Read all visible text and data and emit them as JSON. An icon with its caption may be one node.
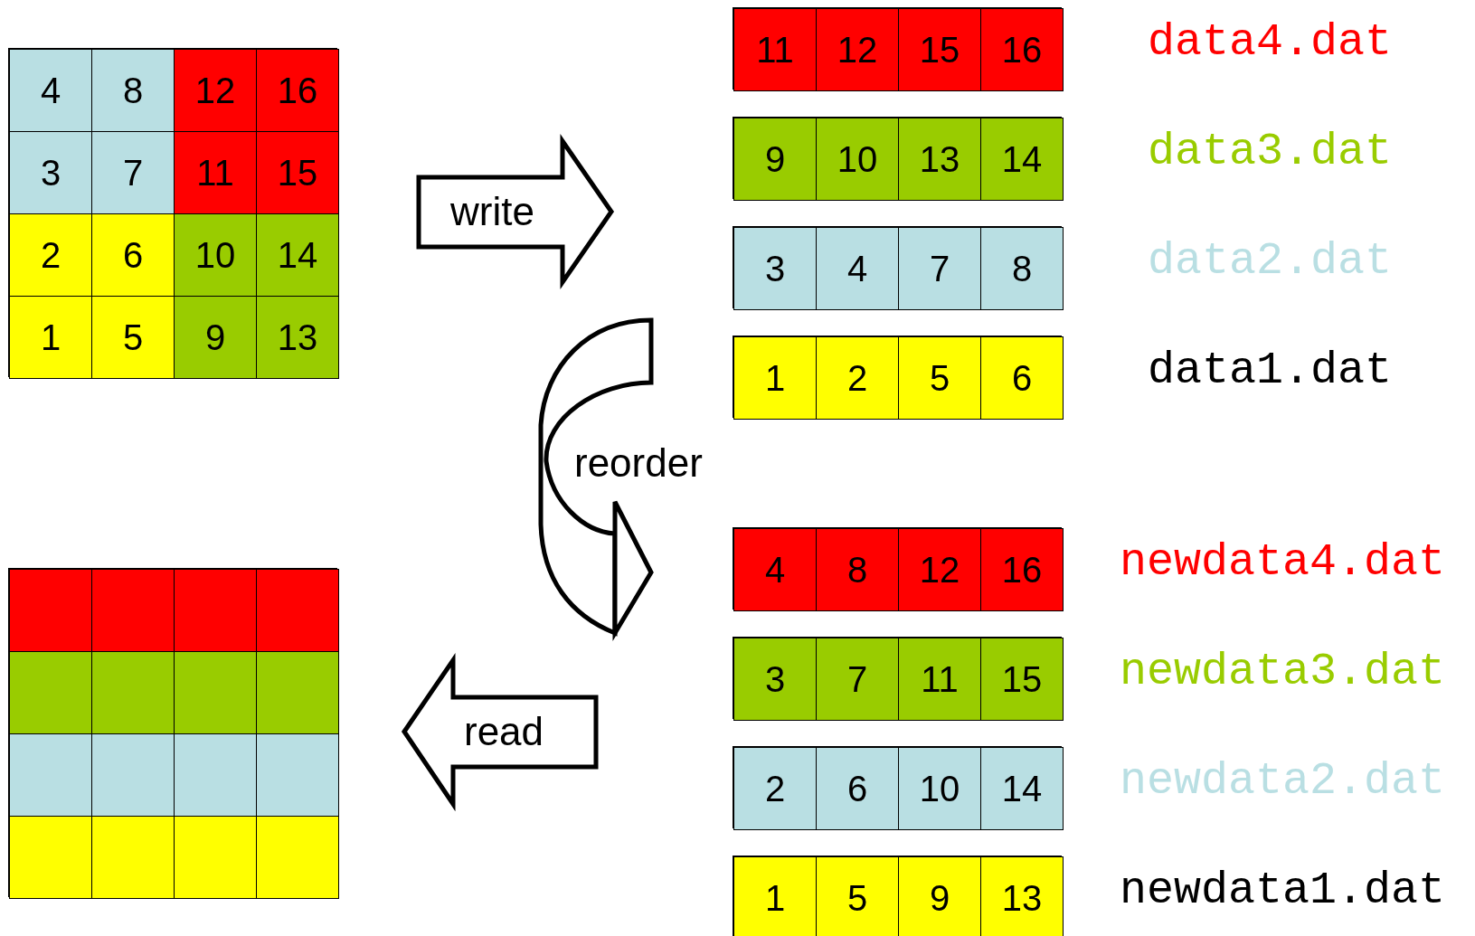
{
  "diagram": {
    "nodes": [
      {
        "text": [],
        "shape": "box"
      },
      {
        "text": [
          "4"
        ],
        "in": 0
      },
      {
        "text": [
          "8"
        ],
        "in": 0
      },
      {
        "text": [
          "12"
        ],
        "in": 0
      },
      {
        "text": [
          "16"
        ],
        "in": 0
      },
      {
        "text": [
          "3"
        ],
        "in": 0
      },
      {
        "text": [
          "7"
        ],
        "in": 0
      },
      {
        "text": [
          "11"
        ],
        "in": 0
      },
      {
        "text": [
          "15"
        ],
        "in": 0
      },
      {
        "text": [
          "2"
        ],
        "in": 0
      },
      {
        "text": [
          "6"
        ],
        "in": 0
      },
      {
        "text": [
          "10"
        ],
        "in": 0
      },
      {
        "text": [
          "14"
        ],
        "in": 0
      },
      {
        "text": [
          "1"
        ],
        "in": 0
      },
      {
        "text": [
          "5"
        ],
        "in": 0
      },
      {
        "text": [
          "9"
        ],
        "in": 0
      },
      {
        "text": [
          "13"
        ],
        "in": 0
      },
      {
        "text": [
          "write"
        ]
      },
      {
        "text": [],
        "shape": "box",
        "beside": [
          "data4.dat"
        ]
      },
      {
        "text": [
          "11"
        ],
        "in": 18
      },
      {
        "text": [
          "12"
        ],
        "in": 18
      },
      {
        "text": [
          "15"
        ],
        "in": 18
      },
      {
        "text": [
          "16"
        ],
        "in": 18
      },
      {
        "text": [],
        "shape": "box",
        "beside": [
          "data3.dat"
        ]
      },
      {
        "text": [
          "9"
        ],
        "in": 23
      },
      {
        "text": [
          "10"
        ],
        "in": 23
      },
      {
        "text": [
          "13"
        ],
        "in": 23
      },
      {
        "text": [
          "14"
        ],
        "in": 23
      },
      {
        "text": [],
        "shape": "box",
        "beside": [
          "data2.dat"
        ]
      },
      {
        "text": [
          "3"
        ],
        "in": 28
      },
      {
        "text": [
          "4"
        ],
        "in": 28
      },
      {
        "text": [
          "7"
        ],
        "in": 28
      },
      {
        "text": [
          "8"
        ],
        "in": 28
      },
      {
        "text": [],
        "shape": "box",
        "beside": [
          "data1.dat"
        ]
      },
      {
        "text": [
          "1"
        ],
        "in": 33
      },
      {
        "text": [
          "2"
        ],
        "in": 33
      },
      {
        "text": [
          "5"
        ],
        "in": 33
      },
      {
        "text": [
          "6"
        ],
        "in": 33
      },
      {
        "text": [],
        "shape": "box",
        "beside": [
          "newdata4.dat"
        ]
      },
      {
        "text": [
          "4"
        ],
        "in": 38
      },
      {
        "text": [
          "8"
        ],
        "in": 38
      },
      {
        "text": [
          "12"
        ],
        "in": 38
      },
      {
        "text": [
          "16"
        ],
        "in": 38
      },
      {
        "text": [],
        "shape": "box",
        "beside": [
          "newdata3.dat"
        ]
      },
      {
        "text": [
          "3"
        ],
        "in": 43
      },
      {
        "text": [
          "7"
        ],
        "in": 43
      },
      {
        "text": [
          "11"
        ],
        "in": 43
      },
      {
        "text": [
          "15"
        ],
        "in": 43
      },
      {
        "text": [],
        "shape": "box",
        "beside": [
          "newdata2.dat"
        ]
      },
      {
        "text": [
          "2"
        ],
        "in": 48
      },
      {
        "text": [
          "6"
        ],
        "in": 48
      },
      {
        "text": [
          "10"
        ],
        "in": 48
      },
      {
        "text": [
          "14"
        ],
        "in": 48
      },
      {
        "text": [],
        "shape": "box",
        "beside": [
          "newdata1.dat"
        ]
      },
      {
        "text": [
          "1"
        ],
        "in": 53
      },
      {
        "text": [
          "5"
        ],
        "in": 53
      },
      {
        "text": [
          "9"
        ],
        "in": 53
      },
      {
        "text": [
          "13"
        ],
        "in": 53
      },
      {
        "text": [],
        "shape": "box"
      },
      {
        "text": [],
        "shape": "box",
        "in": 58
      },
      {
        "text": [],
        "shape": "box",
        "in": 58
      },
      {
        "text": [],
        "shape": "box",
        "in": 58
      },
      {
        "text": [],
        "shape": "box",
        "in": 58
      },
      {
        "text": [],
        "shape": "box",
        "in": 58
      },
      {
        "text": [],
        "shape": "box",
        "in": 58
      },
      {
        "text": [],
        "shape": "box",
        "in": 58
      },
      {
        "text": [],
        "shape": "box",
        "in": 58
      },
      {
        "text": [],
        "shape": "box",
        "in": 58
      },
      {
        "text": [],
        "shape": "box",
        "in": 58
      },
      {
        "text": [],
        "shape": "box",
        "in": 58
      },
      {
        "text": [],
        "shape": "box",
        "in": 58
      },
      {
        "text": [],
        "shape": "box",
        "in": 58
      },
      {
        "text": [],
        "shape": "box",
        "in": 58
      },
      {
        "text": [],
        "shape": "box",
        "in": 58
      },
      {
        "text": [],
        "shape": "box",
        "in": 58
      },
      {
        "text": [
          "read"
        ]
      }
    ],
    "edges": [
      {
        "from": 33,
        "to": 38,
        "arrow": "to",
        "label": "reorder"
      }
    ]
  }
}
